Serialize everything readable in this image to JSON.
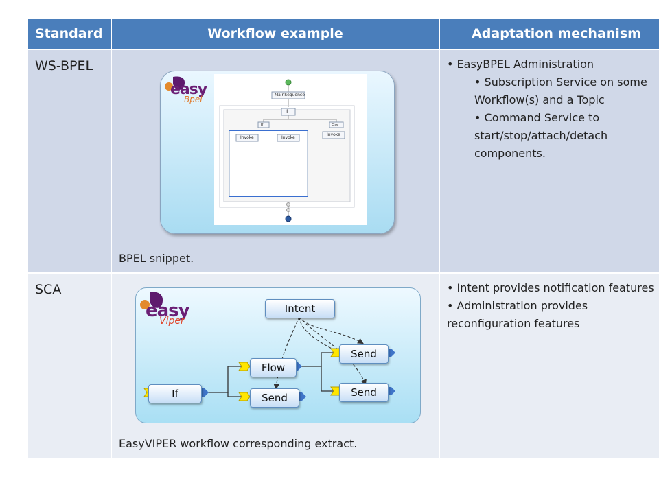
{
  "table": {
    "headers": {
      "standard": "Standard",
      "workflow": "Workflow example",
      "mechanism": "Adaptation mechanism"
    },
    "rows": [
      {
        "standard": "WS-BPEL",
        "caption": "BPEL snippet.",
        "logo": {
          "word": "easy",
          "sub": "Bpel",
          "sub_color": "#e07a2a"
        },
        "diagram_labels": {
          "main": "MainSequence",
          "if_node": "If",
          "if_branch": "If",
          "else_branch": "Else",
          "invoke1": "Invoke",
          "invoke2": "Invoke",
          "invoke3": "Invoke"
        },
        "mechanism": {
          "main": "EasyBPEL Administration",
          "sub1": "Subscription Service on some Workflow(s) and a Topic",
          "sub2": "Command Service to start/stop/attach/detach components."
        }
      },
      {
        "standard": "SCA",
        "caption": "EasyVIPER workflow corresponding extract.",
        "logo": {
          "word": "easy",
          "sub": "Viper",
          "sub_color": "#e0452a"
        },
        "nodes": {
          "intent": "Intent",
          "if": "If",
          "flow": "Flow",
          "send_low": "Send",
          "send_top": "Send",
          "send_bottom": "Send"
        },
        "mechanism": {
          "line1": "Intent provides notification features",
          "line2": "Administration provides reconfiguration features"
        }
      }
    ]
  },
  "colors": {
    "header_bg": "#4a7ebb",
    "row1_bg": "#d0d8e8",
    "row2_bg": "#e9edf4"
  }
}
